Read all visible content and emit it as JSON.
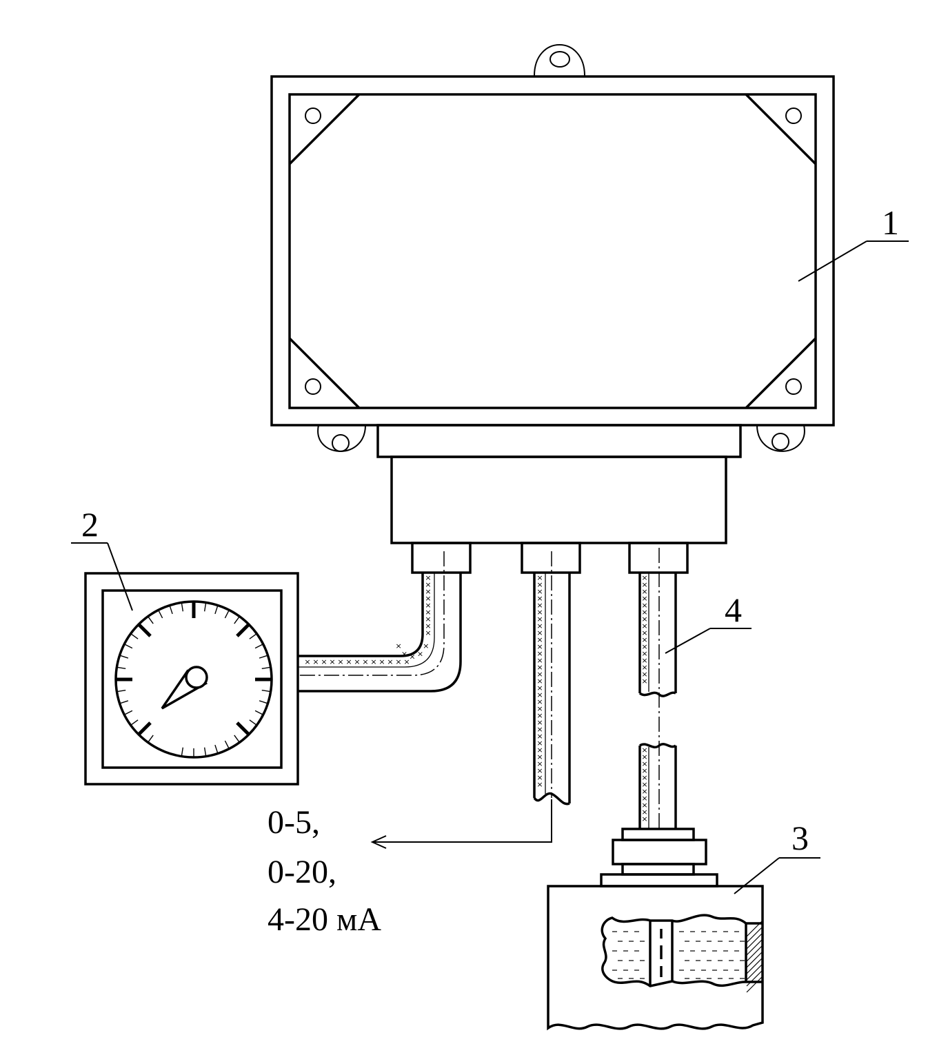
{
  "callouts": {
    "device": "1",
    "gauge": "2",
    "sensor": "3",
    "cable": "4"
  },
  "output_signal": {
    "line1": "0-5,",
    "line2": "0-20,",
    "line3": "4-20 мА"
  }
}
